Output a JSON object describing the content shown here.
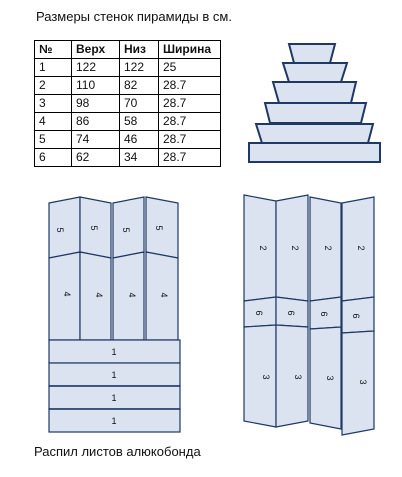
{
  "title": "Размеры стенок пирамиды в см.",
  "caption": "Распил листов алюкобонда",
  "table": {
    "headers": [
      "№",
      "Верх",
      "Низ",
      "Ширина"
    ],
    "rows": [
      [
        "1",
        "122",
        "122",
        "25"
      ],
      [
        "2",
        "110",
        "82",
        "28.7"
      ],
      [
        "3",
        "98",
        "70",
        "28.7"
      ],
      [
        "4",
        "86",
        "58",
        "28.7"
      ],
      [
        "5",
        "74",
        "46",
        "28.7"
      ],
      [
        "6",
        "62",
        "34",
        "28.7"
      ]
    ]
  },
  "colors": {
    "panel_fill": "#dbe3f1",
    "panel_stroke": "#1f3864"
  },
  "sheet_left": {
    "strip5": "5",
    "strip4": "4",
    "strip1": "1"
  },
  "sheet_right": {
    "strip2": "2",
    "strip6": "6",
    "strip3": "3"
  }
}
